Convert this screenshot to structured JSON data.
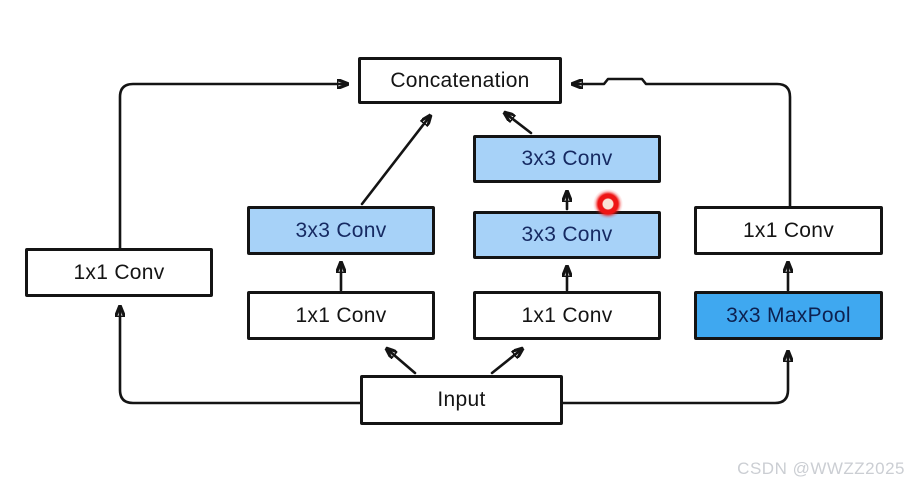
{
  "nodes": {
    "concatenation": {
      "label": "Concatenation"
    },
    "far_left_1x1": {
      "label": "1x1 Conv"
    },
    "left_3x3": {
      "label": "3x3 Conv"
    },
    "left_1x1": {
      "label": "1x1 Conv"
    },
    "mid_3x3_top": {
      "label": "3x3 Conv"
    },
    "mid_3x3_bottom": {
      "label": "3x3 Conv"
    },
    "mid_1x1": {
      "label": "1x1 Conv"
    },
    "right_1x1": {
      "label": "1x1 Conv"
    },
    "maxpool": {
      "label": "3x3 MaxPool"
    },
    "input": {
      "label": "Input"
    }
  },
  "colors": {
    "background": "#ffffff",
    "box_border": "#141414",
    "box_white_fill": "#ffffff",
    "box_light_blue_fill": "#a7d2f8",
    "box_blue_fill": "#3fa8f0",
    "box_blue_text": "#162a62",
    "arrow": "#141414",
    "cursor_red": "#ee1515",
    "watermark_gray": "#cbced3"
  },
  "watermark": "CSDN @WWZZ2025"
}
